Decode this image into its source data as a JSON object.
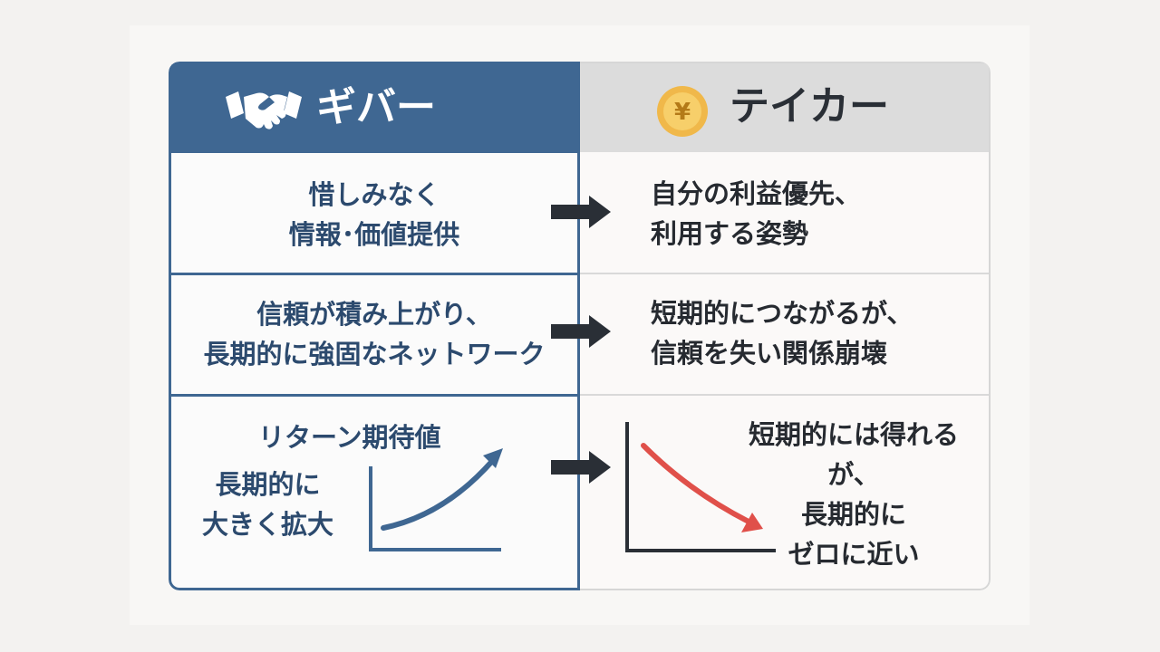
{
  "giver": {
    "title": "ギバー",
    "icon": "handshake-icon",
    "color": "#3f6792",
    "row1": "惜しみなく\n情報･価値提供",
    "row2": "信頼が積み上がり、\n長期的に強固なネットワーク",
    "row3_title": "リターン期待値",
    "row3_side": "長期的に\n大きく拡大"
  },
  "taker": {
    "title": "テイカー",
    "icon": "yen-coin-icon",
    "icon_symbol": "¥",
    "row1": "自分の利益優先、\n利用する姿勢",
    "row2": "短期的につながるが、\n信頼を失い関係崩壊",
    "row3": "短期的には得れる\nが、\n長期的に\nゼロに近い"
  },
  "colors": {
    "giver_curve": "#3f6792",
    "taker_curve": "#e0504a",
    "arrow": "#2a2f36"
  }
}
